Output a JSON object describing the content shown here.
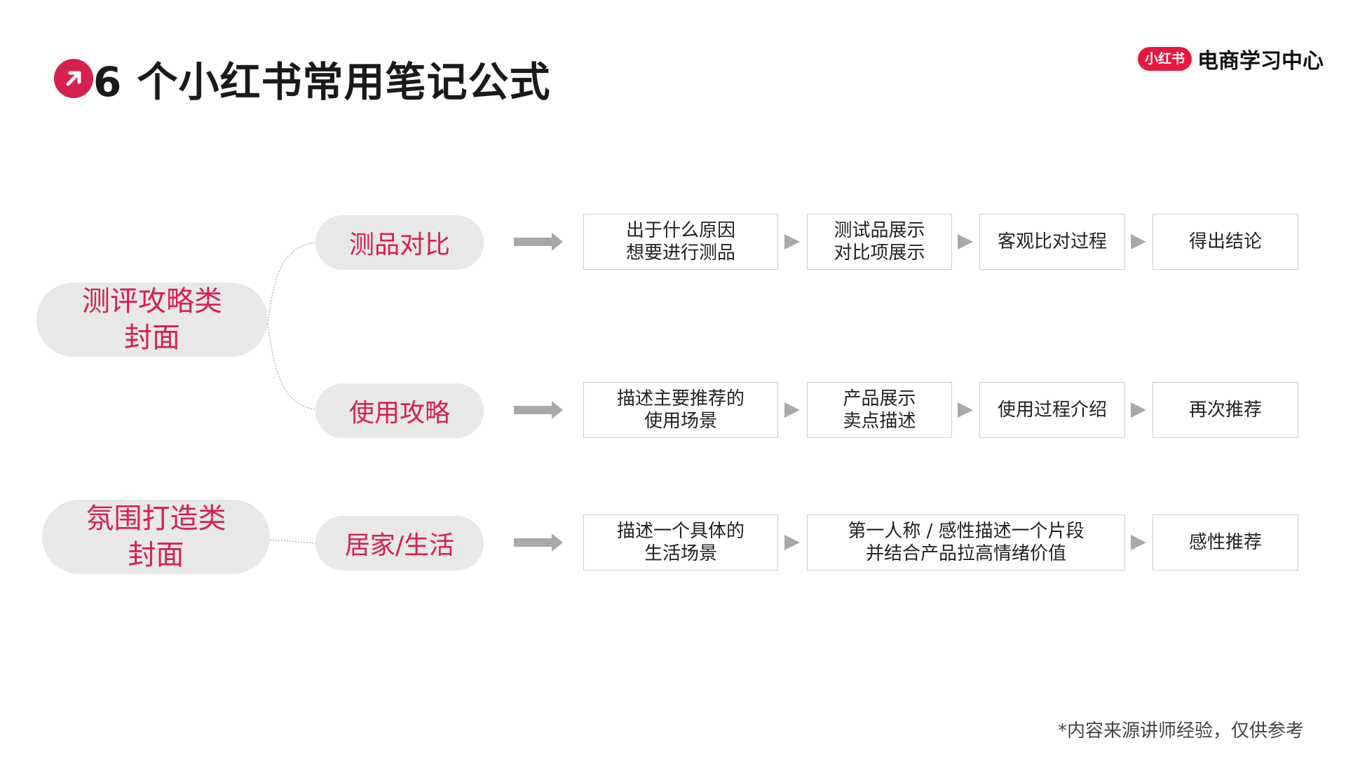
{
  "title": "6 个小红书常用笔记公式",
  "brand": {
    "badge": "小红书",
    "name": "电商学习中心"
  },
  "categories": [
    {
      "label": "测评攻略类\n封面"
    },
    {
      "label": "氛围打造类\n封面"
    }
  ],
  "rows": [
    {
      "label": "测品对比",
      "steps": [
        "出于什么原因\n想要进行测品",
        "测试品展示\n对比项展示",
        "客观比对过程",
        "得出结论"
      ]
    },
    {
      "label": "使用攻略",
      "steps": [
        "描述主要推荐的\n使用场景",
        "产品展示\n卖点描述",
        "使用过程介绍",
        "再次推荐"
      ]
    },
    {
      "label": "居家/生活",
      "steps": [
        "描述一个具体的\n生活场景",
        "第一人称 / 感性描述一个片段\n并结合产品拉高情绪价值",
        "感性推荐"
      ]
    }
  ],
  "footnote": "*内容来源讲师经验，仅供参考",
  "colors": {
    "accent": "#d5214e",
    "pill_bg": "#e8e8e8",
    "arrow": "#a8a8a8",
    "box_border": "#cfcfcf",
    "brand_red": "#e8173d"
  }
}
